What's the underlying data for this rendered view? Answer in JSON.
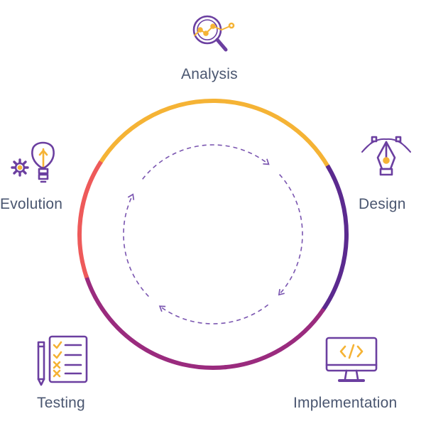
{
  "diagram": {
    "colors": {
      "yellow": "#f5b335",
      "purple": "#5b2a8f",
      "magenta": "#9a2b7e",
      "red": "#ee5a5a",
      "icon_line": "#6b3fa0",
      "icon_accent": "#f5b335",
      "text": "#4a5670",
      "dashed": "#7a55b0"
    },
    "stages": [
      {
        "id": "analysis",
        "label": "Analysis",
        "icon": "magnifier-chart-icon"
      },
      {
        "id": "design",
        "label": "Design",
        "icon": "pen-tool-icon"
      },
      {
        "id": "implementation",
        "label": "Implementation",
        "icon": "monitor-code-icon"
      },
      {
        "id": "testing",
        "label": "Testing",
        "icon": "checklist-icon"
      },
      {
        "id": "evolution",
        "label": "Evolution",
        "icon": "lightbulb-gear-icon"
      }
    ]
  }
}
